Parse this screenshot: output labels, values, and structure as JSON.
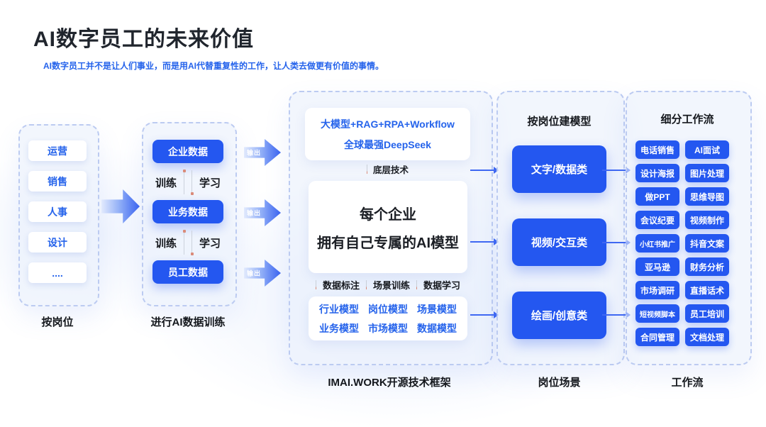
{
  "header": {
    "title": "AI数字员工的未来价值",
    "subtitle": "AI数字员工并不是让人们事业，而是用AI代替重复性的工作，让人类去做更有价值的事情。"
  },
  "roles": {
    "items": [
      "运营",
      "销售",
      "人事",
      "设计",
      "...."
    ],
    "caption": "按岗位"
  },
  "training": {
    "items": [
      "企业数据",
      "业务数据",
      "员工数据"
    ],
    "train_label": "训练",
    "learn_label": "学习",
    "caption": "进行AI数据训练"
  },
  "arrows": {
    "output_label": "输出"
  },
  "framework": {
    "top_box": {
      "line1": "大模型+RAG+RPA+Workflow",
      "line2": "全球最强DeepSeek"
    },
    "base_tech_label": "底层技术",
    "main_box": {
      "line1": "每个企业",
      "line2": "拥有自己专属的AI模型"
    },
    "tabs": [
      "数据标注",
      "场景训练",
      "数据学习"
    ],
    "models": {
      "row1": [
        "行业模型",
        "岗位模型",
        "场景模型"
      ],
      "row2": [
        "业务模型",
        "市场模型",
        "数据模型"
      ]
    },
    "caption": "IMAI.WORK开源技术框架"
  },
  "categories": {
    "header": "按岗位建模型",
    "items": [
      "文字/数据类",
      "视频/交互类",
      "绘画/创意类"
    ],
    "caption": "岗位场景"
  },
  "workflows": {
    "header": "细分工作流",
    "left": [
      "电话销售",
      "设计海报",
      "做PPT",
      "会议纪要",
      "小红书推广",
      "亚马逊",
      "市场调研",
      "短视频脚本",
      "合同管理"
    ],
    "right": [
      "AI面试",
      "图片处理",
      "思维导图",
      "视频制作",
      "抖音文案",
      "财务分析",
      "直播话术",
      "员工培训",
      "文档处理"
    ],
    "caption": "工作流"
  },
  "colors": {
    "accent_blue": "#2457F0",
    "text_blue": "#2563EB",
    "panel_border": "#BCCBF1"
  }
}
